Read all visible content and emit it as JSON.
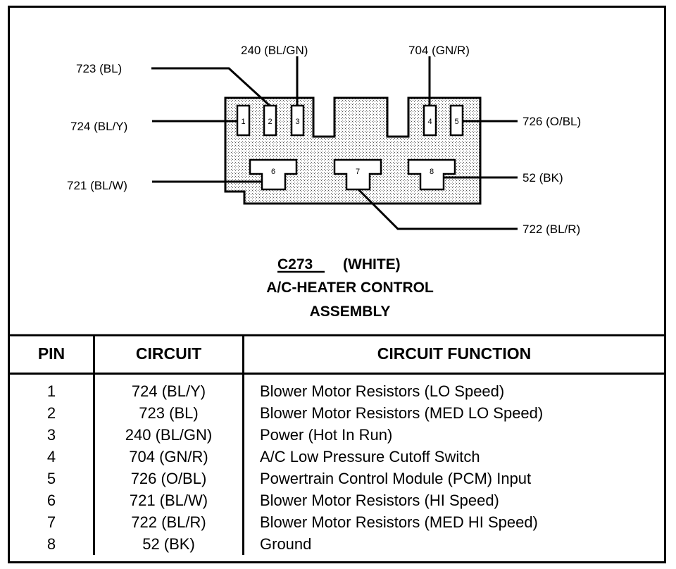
{
  "connector": {
    "id": "C273",
    "color": "(WHITE)",
    "title_line1": "A/C-HEATER CONTROL",
    "title_line2": "ASSEMBLY",
    "pins": [
      "1",
      "2",
      "3",
      "4",
      "5",
      "6",
      "7",
      "8"
    ],
    "callouts": {
      "c723": "723 (BL)",
      "c240": "240 (BL/GN)",
      "c724": "724 (BL/Y)",
      "c721": "721 (BL/W)",
      "c704": "704 (GN/R)",
      "c726": "726 (O/BL)",
      "c52": "52 (BK)",
      "c722": "722 (BL/R)"
    }
  },
  "table": {
    "headers": [
      "PIN",
      "CIRCUIT",
      "CIRCUIT FUNCTION"
    ],
    "rows": [
      {
        "pin": "1",
        "circuit": "724 (BL/Y)",
        "function": "Blower Motor Resistors (LO Speed)"
      },
      {
        "pin": "2",
        "circuit": "723 (BL)",
        "function": "Blower Motor Resistors (MED LO Speed)"
      },
      {
        "pin": "3",
        "circuit": "240 (BL/GN)",
        "function": "Power (Hot In Run)"
      },
      {
        "pin": "4",
        "circuit": "704 (GN/R)",
        "function": "A/C Low Pressure Cutoff Switch"
      },
      {
        "pin": "5",
        "circuit": "726 (O/BL)",
        "function": "Powertrain Control Module (PCM) Input"
      },
      {
        "pin": "6",
        "circuit": "721 (BL/W)",
        "function": "Blower Motor Resistors (HI Speed)"
      },
      {
        "pin": "7",
        "circuit": "722 (BL/R)",
        "function": "Blower Motor Resistors (MED HI Speed)"
      },
      {
        "pin": "8",
        "circuit": "52 (BK)",
        "function": "Ground"
      }
    ]
  }
}
